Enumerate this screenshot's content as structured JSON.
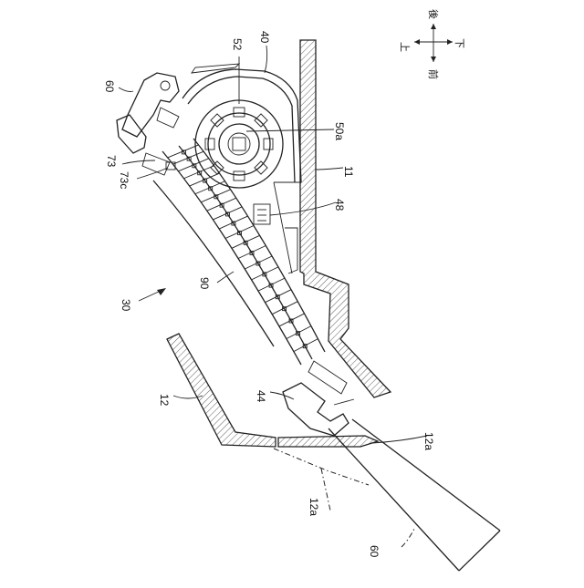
{
  "labels": {
    "l60_top": "60",
    "l52": "52",
    "l40": "40",
    "l50a": "50a",
    "l73": "73",
    "l73c": "73c",
    "l11": "11",
    "l48": "48",
    "l30": "30",
    "l90": "90",
    "l12": "12",
    "l44": "44",
    "l12a_right": "12a",
    "l12a_left": "12a",
    "l60_bottom": "60"
  },
  "compass": {
    "up": "上",
    "down": "下",
    "front": "前",
    "rear": "後"
  }
}
